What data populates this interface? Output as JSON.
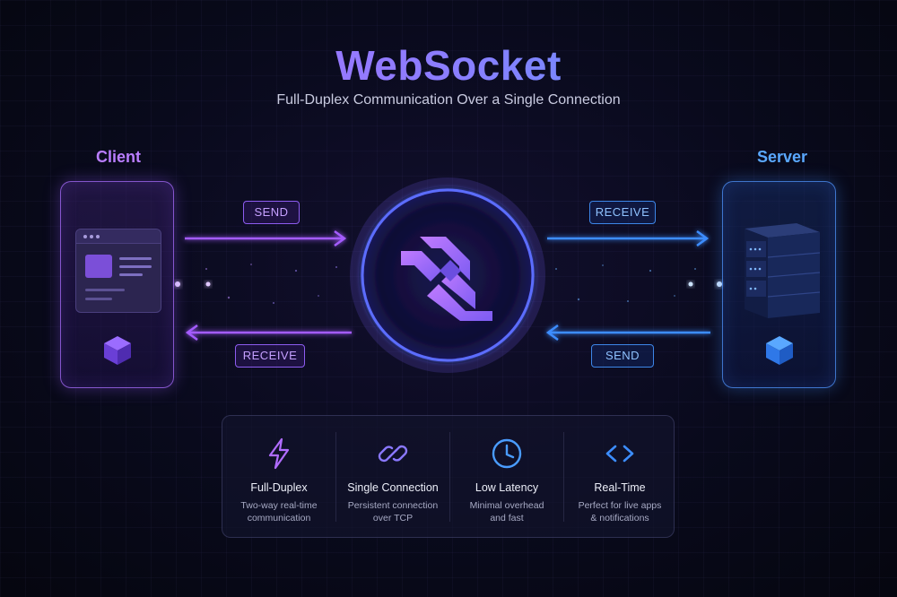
{
  "title": "WebSocket",
  "subtitle": "Full-Duplex Communication Over a Single Connection",
  "client": {
    "label": "Client"
  },
  "server": {
    "label": "Server"
  },
  "flows": {
    "client_send": "SEND",
    "client_receive": "RECEIVE",
    "server_receive": "RECEIVE",
    "server_send": "SEND"
  },
  "colors": {
    "client_accent": "#a45bff",
    "server_accent": "#3c8dff"
  },
  "features": [
    {
      "icon": "lightning-icon",
      "name": "Full-Duplex",
      "desc_line1": "Two-way real-time",
      "desc_line2": "communication"
    },
    {
      "icon": "link-icon",
      "name": "Single Connection",
      "desc_line1": "Persistent connection",
      "desc_line2": "over TCP"
    },
    {
      "icon": "clock-icon",
      "name": "Low Latency",
      "desc_line1": "Minimal overhead",
      "desc_line2": "and fast"
    },
    {
      "icon": "code-brackets-icon",
      "name": "Real-Time",
      "desc_line1": "Perfect for live apps",
      "desc_line2": "& notifications"
    }
  ]
}
